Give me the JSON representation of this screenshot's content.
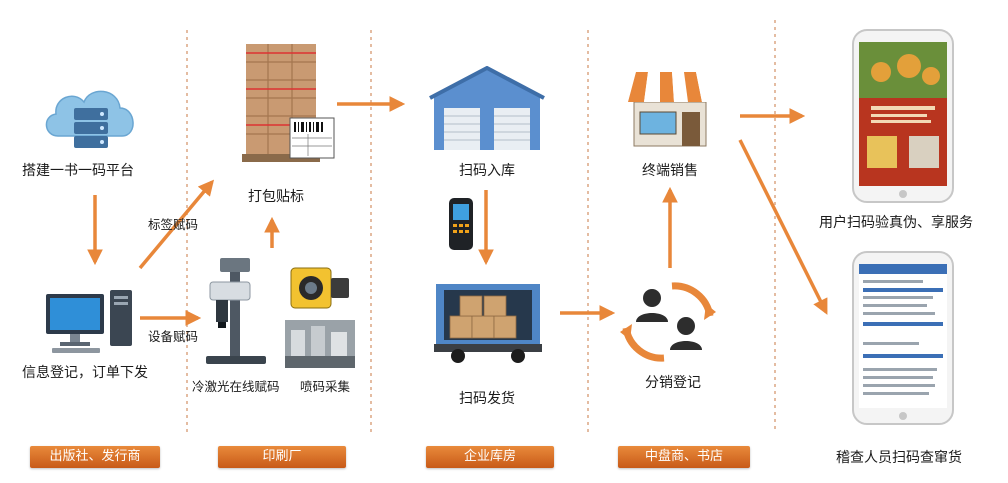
{
  "stages": {
    "publisher": "出版社、发行商",
    "printer": "印刷厂",
    "warehouse": "企业库房",
    "distributor": "中盘商、书店"
  },
  "steps": {
    "platform": "搭建一书一码平台",
    "register": "信息登记，订单下发",
    "tag_coding": "标签赋码",
    "device_coding": "设备赋码",
    "packing": "打包贴标",
    "laser": "冷激光在线赋码",
    "spray": "喷码采集",
    "scan_in": "扫码入库",
    "scan_ship": "扫码发货",
    "retail": "终端销售",
    "dist_register": "分销登记",
    "user_verify": "用户扫码验真伪、享服务",
    "inspector": "稽查人员扫码查窜货"
  },
  "colors": {
    "accent": "#e8873a",
    "divider": "#d9a07a"
  },
  "icons": {
    "cloud_server": "cloud-server-icon",
    "computer": "computer-icon",
    "boxes": "boxes-icon",
    "laser_machine": "laser-machine-icon",
    "scanner_camera": "scanner-camera-icon",
    "warehouse": "warehouse-icon",
    "handheld_scanner": "handheld-scanner-icon",
    "truck": "truck-icon",
    "shop": "shop-icon",
    "people_cycle": "people-cycle-icon",
    "phone_top": "phone-icon",
    "phone_bottom": "phone-icon"
  }
}
